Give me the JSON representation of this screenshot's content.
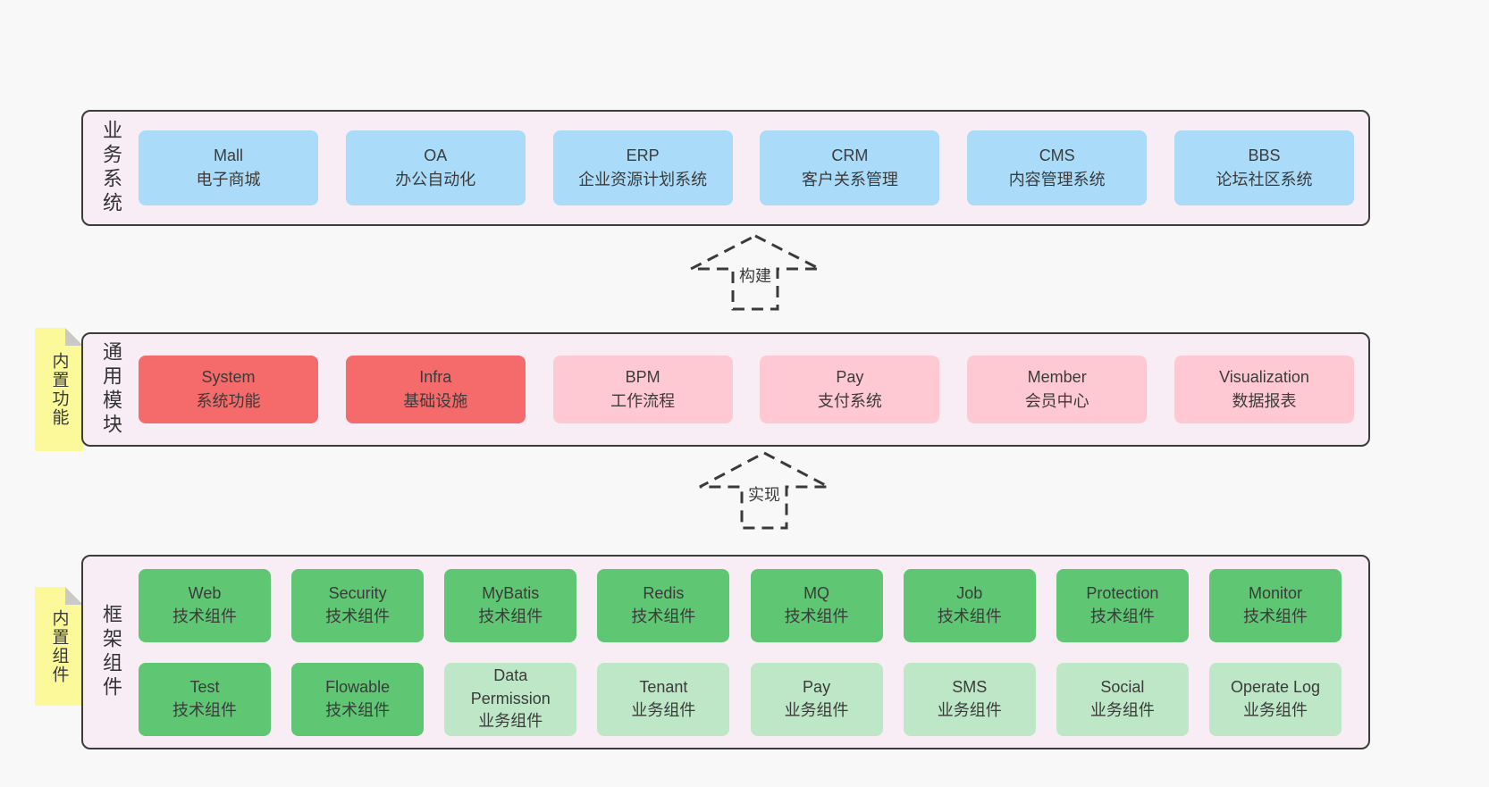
{
  "colors": {
    "page_bg": "#f8f8f8",
    "panel_bg": "#f8edf5",
    "panel_border": "#3c3c3c",
    "blue": "#aadcfa",
    "red": "#f56a6a",
    "pink": "#ffc9d3",
    "green": "#5fc674",
    "green_light": "#bde7c6",
    "yellow_tab": "#fbf99a",
    "fold_gray": "#c9c9c9",
    "text": "#3b3b3b"
  },
  "layers": {
    "business": {
      "label": "业务系统",
      "boxes": [
        {
          "en": "Mall",
          "zh": "电子商城",
          "variant": "blue"
        },
        {
          "en": "OA",
          "zh": "办公自动化",
          "variant": "blue"
        },
        {
          "en": "ERP",
          "zh": "企业资源计划系统",
          "variant": "blue"
        },
        {
          "en": "CRM",
          "zh": "客户关系管理",
          "variant": "blue"
        },
        {
          "en": "CMS",
          "zh": "内容管理系统",
          "variant": "blue"
        },
        {
          "en": "BBS",
          "zh": "论坛社区系统",
          "variant": "blue"
        }
      ]
    },
    "modules": {
      "label": "通用模块",
      "tab": "内置功能",
      "boxes": [
        {
          "en": "System",
          "zh": "系统功能",
          "variant": "red"
        },
        {
          "en": "Infra",
          "zh": "基础设施",
          "variant": "red"
        },
        {
          "en": "BPM",
          "zh": "工作流程",
          "variant": "pink"
        },
        {
          "en": "Pay",
          "zh": "支付系统",
          "variant": "pink"
        },
        {
          "en": "Member",
          "zh": "会员中心",
          "variant": "pink"
        },
        {
          "en": "Visualization",
          "zh": "数据报表",
          "variant": "pink"
        }
      ]
    },
    "components": {
      "label": "框架组件",
      "tab": "内置组件",
      "row1": [
        {
          "en": "Web",
          "zh": "技术组件",
          "variant": "green"
        },
        {
          "en": "Security",
          "zh": "技术组件",
          "variant": "green"
        },
        {
          "en": "MyBatis",
          "zh": "技术组件",
          "variant": "green"
        },
        {
          "en": "Redis",
          "zh": "技术组件",
          "variant": "green"
        },
        {
          "en": "MQ",
          "zh": "技术组件",
          "variant": "green"
        },
        {
          "en": "Job",
          "zh": "技术组件",
          "variant": "green"
        },
        {
          "en": "Protection",
          "zh": "技术组件",
          "variant": "green"
        },
        {
          "en": "Monitor",
          "zh": "技术组件",
          "variant": "green"
        }
      ],
      "row2": [
        {
          "en": "Test",
          "zh": "技术组件",
          "variant": "green"
        },
        {
          "en": "Flowable",
          "zh": "技术组件",
          "variant": "green"
        },
        {
          "en": "Data Permission",
          "zh": "业务组件",
          "variant": "green-light"
        },
        {
          "en": "Tenant",
          "zh": "业务组件",
          "variant": "green-light"
        },
        {
          "en": "Pay",
          "zh": "业务组件",
          "variant": "green-light"
        },
        {
          "en": "SMS",
          "zh": "业务组件",
          "variant": "green-light"
        },
        {
          "en": "Social",
          "zh": "业务组件",
          "variant": "green-light"
        },
        {
          "en": "Operate Log",
          "zh": "业务组件",
          "variant": "green-light"
        }
      ]
    }
  },
  "arrows": {
    "build": "构建",
    "implement": "实现"
  }
}
